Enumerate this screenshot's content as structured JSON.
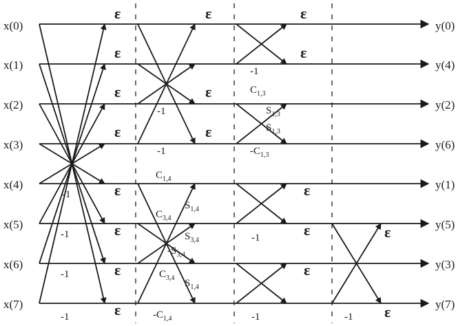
{
  "inputs": [
    "x(0)",
    "x(1)",
    "x(2)",
    "x(3)",
    "x(4)",
    "x(5)",
    "x(6)",
    "x(7)"
  ],
  "outputs": [
    "y(0)",
    "y(4)",
    "y(2)",
    "y(6)",
    "y(1)",
    "y(5)",
    "y(3)",
    "y(7)"
  ],
  "epsilon": "ε",
  "neg_one": "-1",
  "coeffs": {
    "c13": {
      "base": "C",
      "sub": "1,3"
    },
    "s13": {
      "base": "S",
      "sub": "1,3"
    },
    "neg_c13": {
      "base": "-C",
      "sub": "1,3"
    },
    "c14": {
      "base": "C",
      "sub": "1,4"
    },
    "s14": {
      "base": "S",
      "sub": "1,4"
    },
    "neg_c14": {
      "base": "-C",
      "sub": "1,4"
    },
    "c34": {
      "base": "C",
      "sub": "3,4"
    },
    "s34": {
      "base": "S",
      "sub": "3,4"
    },
    "neg_s34": {
      "base": "-S",
      "sub": "3,4"
    }
  }
}
